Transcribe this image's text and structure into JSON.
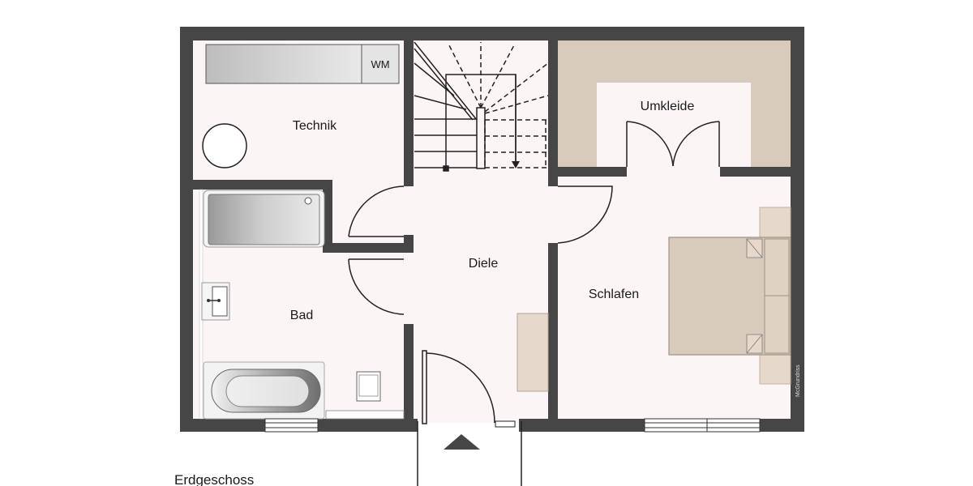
{
  "floor": {
    "title": "Erdgeschoss",
    "watermark": "McGrundriss"
  },
  "rooms": {
    "technik": "Technik",
    "diele": "Diele",
    "umkleide": "Umkleide",
    "bad": "Bad",
    "schlafen": "Schlafen"
  },
  "fixtures": {
    "washing_machine": "WM"
  },
  "colors": {
    "wall": "#464646",
    "floor": "#fcf5f5",
    "wardrobe": "#d9cbbb",
    "furniture": "#e6d9cc"
  }
}
